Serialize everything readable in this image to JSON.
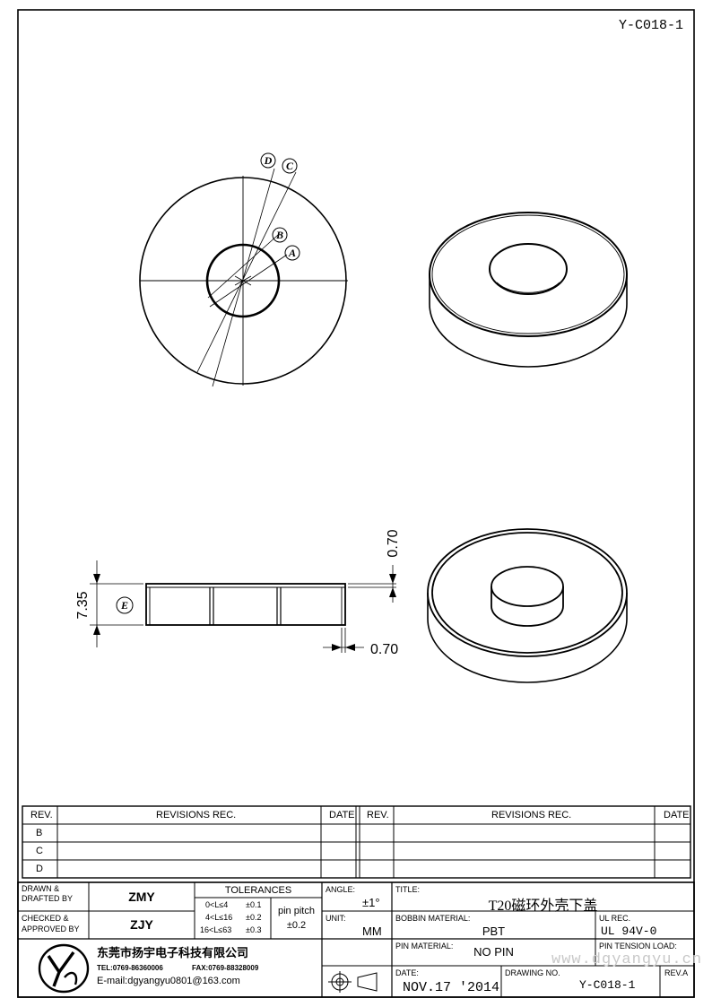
{
  "document_number": "Y-C018-1",
  "drawing": {
    "top_view_labels": [
      "D",
      "C",
      "B",
      "A"
    ],
    "side_view": {
      "height_dim": "7.35",
      "height_label": "E",
      "top_wall_dim": "0.70",
      "side_wall_dim": "0.70"
    }
  },
  "revisions": {
    "headers": {
      "rev": "REV.",
      "records": "REVISIONS   REC.",
      "date": "DATE"
    },
    "rows": [
      "B",
      "C",
      "D"
    ]
  },
  "title_block": {
    "drawn_label": "DRAWN &\nDRAFTED BY",
    "drawn_value": "ZMY",
    "checked_label": "CHECKED &\nAPPROVED BY",
    "checked_value": "ZJY",
    "tolerances_header": "TOLERANCES",
    "tolerance_rows": [
      {
        "range": "0<L≤4",
        "value": "±0.1"
      },
      {
        "range": "4<L≤16",
        "value": "±0.2"
      },
      {
        "range": "16<L≤63",
        "value": "±0.3"
      }
    ],
    "pin_pitch_label": "pin pitch",
    "pin_pitch_value": "±0.2",
    "angle_label": "ANGLE:",
    "angle_value": "±1°",
    "unit_label": "UNIT:",
    "unit_value": "MM",
    "title_label": "TITLE:",
    "title_value": "T20磁环外壳下盖",
    "bobbin_label": "BOBBIN MATERIAL:",
    "bobbin_value": "PBT",
    "ul_label": "UL REC.",
    "ul_value": "UL 94V-0",
    "pin_material_label": "PIN MATERIAL:",
    "pin_material_value": "NO PIN",
    "pin_tension_label": "PIN TENSION LOAD:",
    "date_label": "DATE:",
    "date_value": "NOV.17 '2014",
    "drawing_no_label": "DRAWING NO.",
    "drawing_no_value": "Y-C018-1",
    "rev_a_label": "REV.A",
    "company_name": "东莞市扬宇电子科技有限公司",
    "company_tel": "TEL:0769-86360006",
    "company_fax": "FAX:0769-88328009",
    "company_email": "E-mail:dgyangyu0801@163.com",
    "watermark": "www.dgyangyu.cn"
  }
}
